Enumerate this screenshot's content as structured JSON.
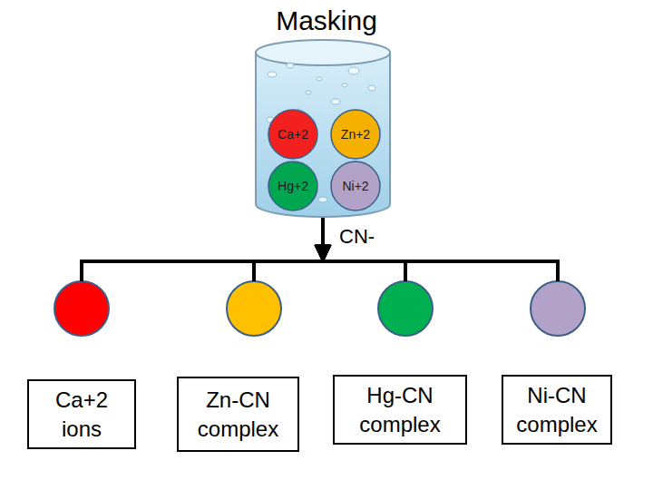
{
  "diagram": {
    "title": "Masking",
    "nodes": [
      {
        "text": []
      },
      {
        "text": [
          "Ca+2"
        ],
        "in": 0
      },
      {
        "text": [
          "Zn+2"
        ],
        "in": 0
      },
      {
        "text": [
          "Hg+2"
        ],
        "in": 0
      },
      {
        "text": [
          "Ni+2"
        ],
        "in": 0
      },
      {
        "text": [
          "Ca+2 ions"
        ]
      },
      {
        "text": [
          "Zn-CN complex"
        ]
      },
      {
        "text": [
          "Hg-CN complex"
        ]
      },
      {
        "text": [
          "Ni-CN complex"
        ]
      }
    ],
    "edges": [
      {
        "from": 0,
        "to": 5,
        "arrow": "to"
      },
      {
        "from": 0,
        "to": 6,
        "arrow": "to"
      },
      {
        "from": 0,
        "to": 7,
        "arrow": "to"
      },
      {
        "from": 0,
        "to": 8,
        "arrow": "to"
      }
    ],
    "labels": [
      "CN-"
    ]
  }
}
